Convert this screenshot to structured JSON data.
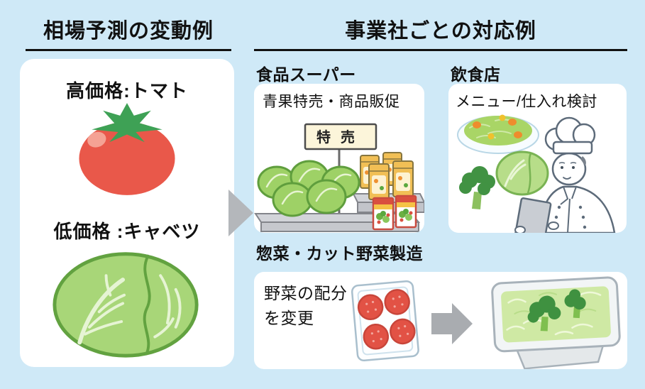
{
  "diagram": {
    "left_panel": {
      "title": "相場予測の変動例",
      "high_price_label": "高価格:トマト",
      "low_price_label": "低価格 :キャベツ"
    },
    "right_panel": {
      "title": "事業社ごとの対応例",
      "supermarket": {
        "label": "食品スーパー",
        "action": "青果特売・商品販促",
        "sign_label": "特売"
      },
      "restaurant": {
        "label": "飲食店",
        "action": "メニュー/仕入れ検討"
      },
      "deli": {
        "label": "惣菜・カット野菜製造",
        "action_line1": "野菜の配分",
        "action_line2": "を変更"
      }
    },
    "icons": {
      "flow_arrow": "right-arrow",
      "transform_arrow": "right-arrow",
      "tomato": "tomato-illustration",
      "cabbage": "cabbage-illustration",
      "supermarket_scene": "supermarket-shelf-illustration",
      "restaurant_scene": "chef-with-vegetables-illustration",
      "tomato_tray": "tomato-tray-illustration",
      "salad_tray": "cut-vegetable-pack-illustration"
    },
    "colors": {
      "background": "#cfe9f7",
      "card": "#ffffff",
      "text": "#111111",
      "flow_arrow_gray": "#b4b7bb",
      "transform_arrow_gray": "#a9acb0",
      "tomato_red": "#e9584a",
      "tomato_highlight": "#f5a294",
      "calyx_green": "#3ea155",
      "cabbage_fill": "#a8d678",
      "cabbage_outline": "#62a240",
      "cabbage_vein": "#e6f4d4",
      "sign_cream": "#fcf5da",
      "sign_border": "#4c4c4c",
      "bag_yellow": "#f1bf55",
      "shelf_gray": "#d2d4d9",
      "packet_red": "#d94f3f",
      "packet_yellow": "#f5c245",
      "broccoli_green": "#419243",
      "chef_outline": "#5d6b7a",
      "salad_green": "#a9d566",
      "tray_rim_gray": "#a8b2ba"
    }
  }
}
